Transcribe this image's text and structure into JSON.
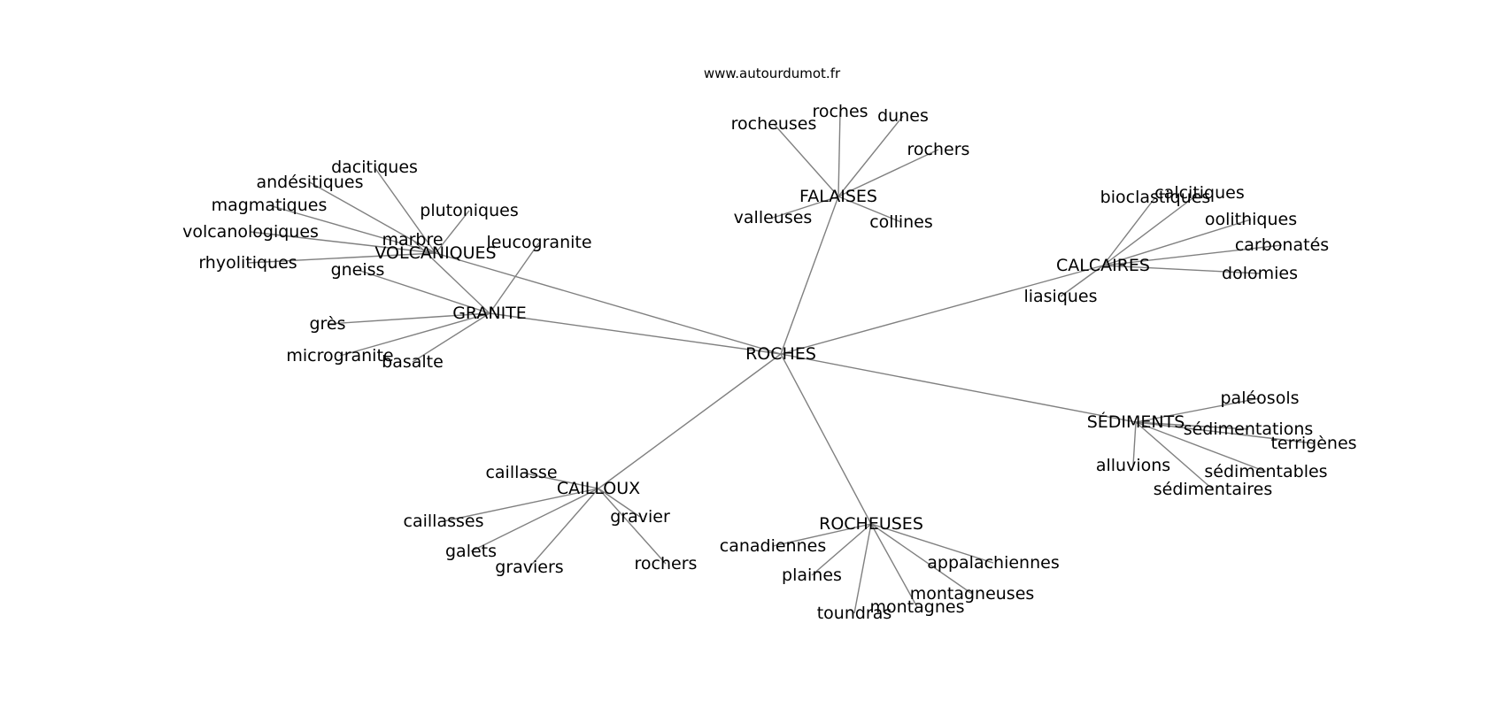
{
  "source_url": "www.autourdumot.fr",
  "graph": {
    "center": "ROCHES",
    "clusters": [
      {
        "id": "falaises",
        "hub": "FALAISES",
        "leaves": [
          "rocheuses",
          "roches",
          "dunes",
          "rochers",
          "valleuses",
          "collines"
        ]
      },
      {
        "id": "calcaires",
        "hub": "CALCAIRES",
        "leaves": [
          "bioclastiques",
          "calcitiques",
          "oolithiques",
          "carbonatés",
          "dolomies",
          "liasiques"
        ]
      },
      {
        "id": "sediments",
        "hub": "SÉDIMENTS",
        "leaves": [
          "paléosols",
          "sédimentations",
          "terrigènes",
          "sédimentables",
          "sédimentaires",
          "alluvions"
        ]
      },
      {
        "id": "rocheuses",
        "hub": "ROCHEUSES",
        "leaves": [
          "canadiennes",
          "plaines",
          "toundras",
          "montagnes",
          "montagneuses",
          "appalachiennes"
        ]
      },
      {
        "id": "cailloux",
        "hub": "CAILLOUX",
        "leaves": [
          "caillasse",
          "caillasses",
          "galets",
          "graviers",
          "gravier",
          "rochers"
        ]
      },
      {
        "id": "granite",
        "hub": "GRANITE",
        "leaves": [
          "gneiss",
          "grès",
          "microgranite",
          "basalte",
          "leucogranite",
          "marbre"
        ]
      },
      {
        "id": "volcaniques",
        "hub": "VOLCANIQUES",
        "leaves": [
          "dacitiques",
          "andésitiques",
          "magmatiques",
          "volcanologiques",
          "rhyolitiques",
          "plutoniques"
        ]
      }
    ]
  }
}
